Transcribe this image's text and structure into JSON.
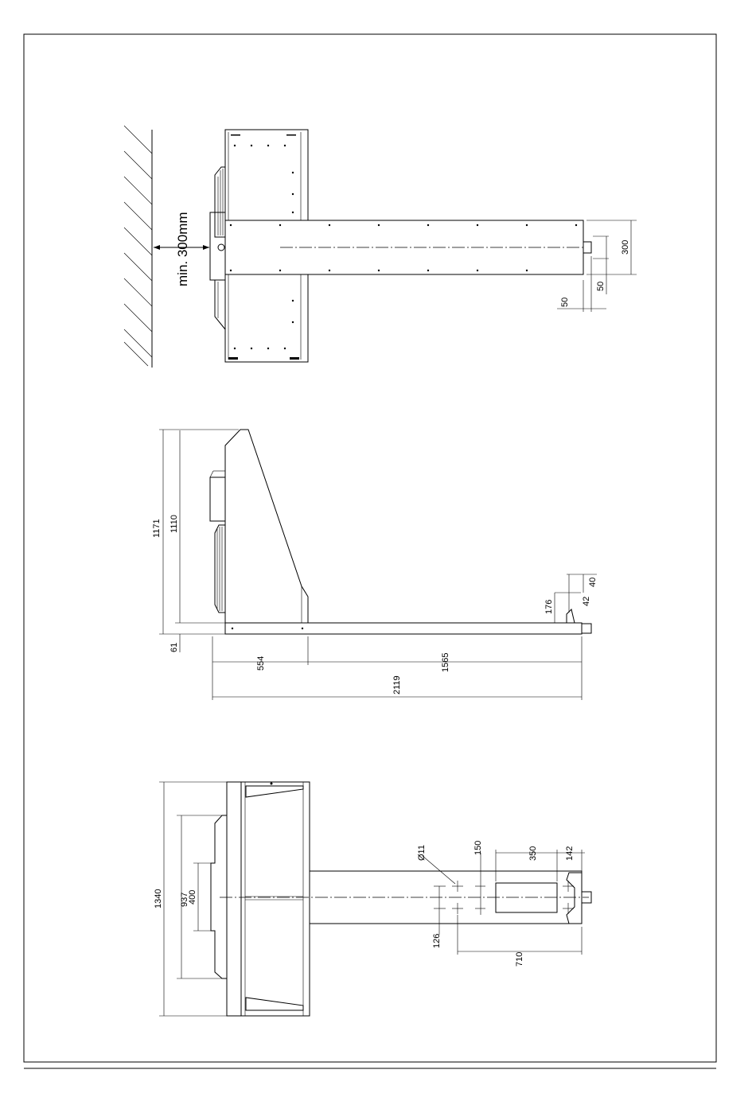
{
  "top_view": {
    "clearance_label": "min. 300mm",
    "dims": {
      "width": "300",
      "offset_a": "50",
      "offset_b": "50"
    }
  },
  "side_view": {
    "dims": {
      "h_total": "1171",
      "h_body": "1110",
      "base": "61",
      "left": "554",
      "right": "1565",
      "total": "2119",
      "d176": "176",
      "d42": "42",
      "d40": "40"
    }
  },
  "bottom_view": {
    "dims": {
      "w_total": "1340",
      "w_inner": "937",
      "w_unit": "400",
      "hole_dia": "Ø11",
      "d150": "150",
      "d350": "350",
      "d142": "142",
      "d126": "126",
      "d710": "710"
    }
  }
}
